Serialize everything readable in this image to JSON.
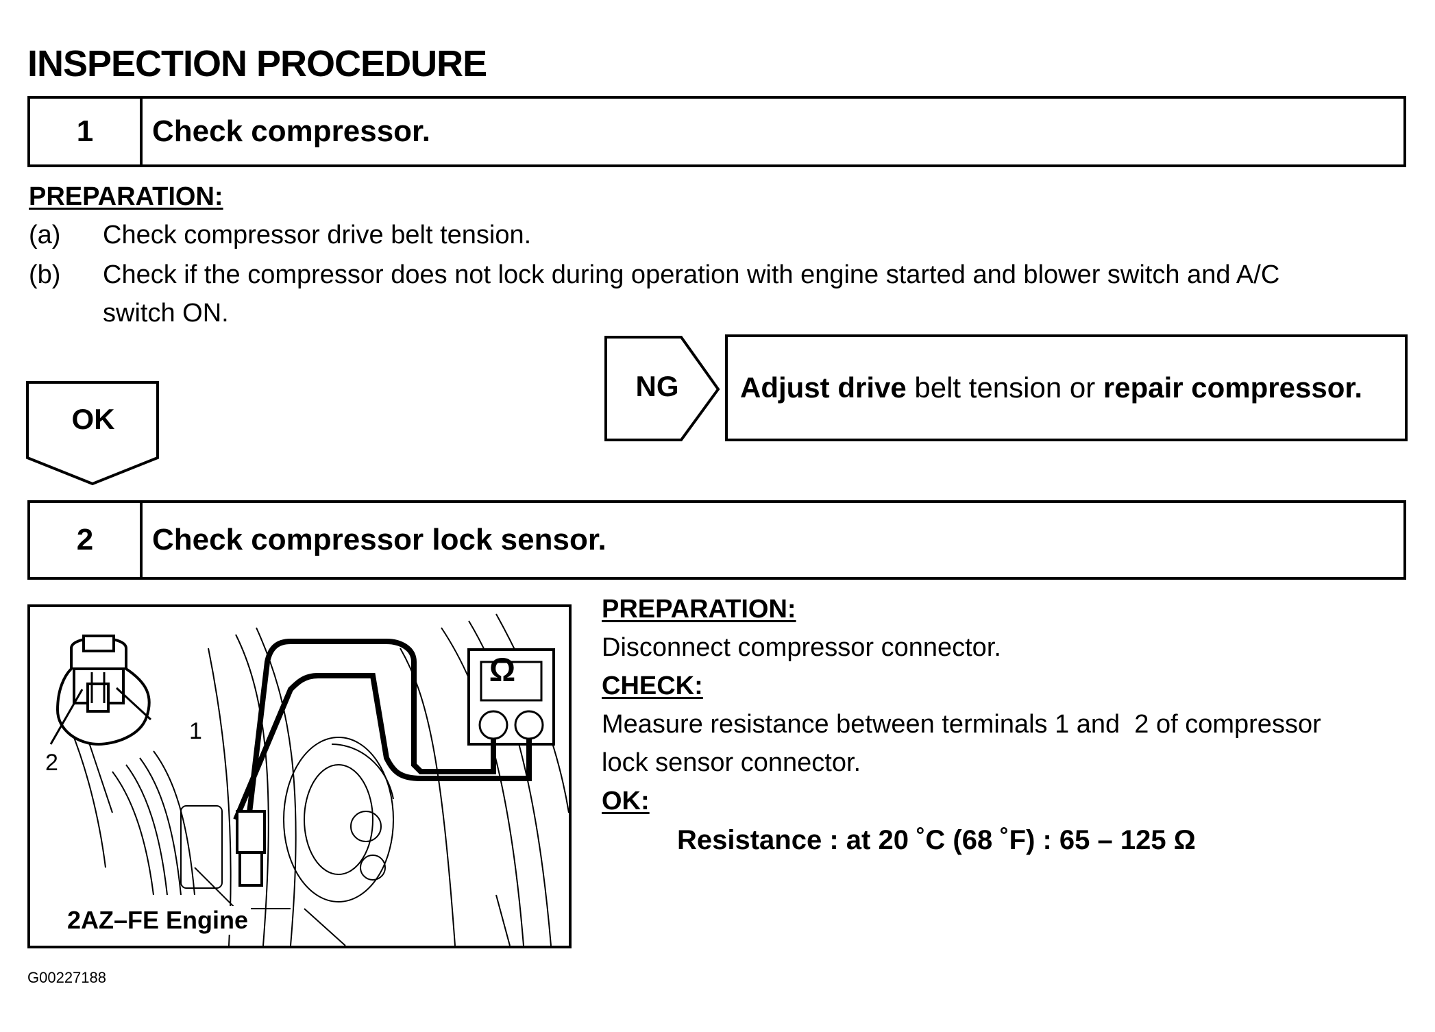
{
  "page_title": "INSPECTION PROCEDURE",
  "steps": [
    {
      "number": "1",
      "title": "Check compressor."
    },
    {
      "number": "2",
      "title": "Check compressor lock sensor."
    }
  ],
  "step1": {
    "preparation_heading": "PREPARATION:",
    "items": [
      {
        "label": "(a)",
        "text": "Check compressor drive belt tension."
      },
      {
        "label": "(b)",
        "text_line1": "Check if the compressor does not lock during operation with engine started and blower switch and A/C",
        "text_line2": "switch ON."
      }
    ],
    "ok_label": "OK",
    "ng_label": "NG",
    "ng_action_bold1": "Adjust drive",
    "ng_action_normal": " belt tension or ",
    "ng_action_bold2": "repair compressor."
  },
  "step2": {
    "figure": {
      "caption": "2AZ–FE Engine",
      "terminal_1": "1",
      "terminal_2": "2",
      "meter_symbol": "Ω"
    },
    "preparation_heading": "PREPARATION:",
    "preparation_text": "Disconnect compressor connector.",
    "check_heading": "CHECK:",
    "check_line1": "Measure resistance between terminals 1 and  2 of compressor",
    "check_line2": "lock sensor connector.",
    "ok_heading": "OK:",
    "spec": "Resistance : at 20 ˚C (68 ˚F) : 65 – 125 Ω"
  },
  "figure_code": "G00227188"
}
